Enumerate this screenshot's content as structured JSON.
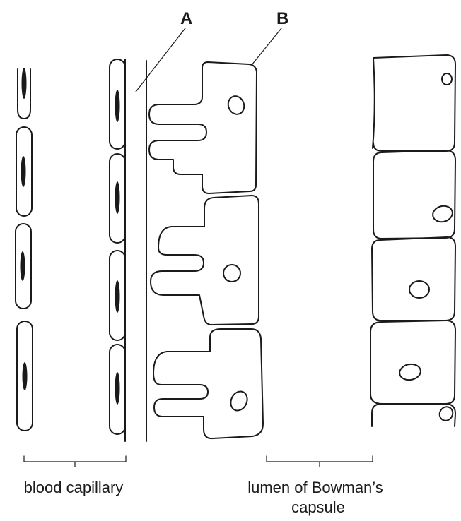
{
  "labels": {
    "a": "A",
    "b": "B",
    "blood_capillary": "blood capillary",
    "bowman_line1": "lumen of Bowman’s",
    "bowman_line2": "capsule"
  },
  "colors": {
    "ink": "#1a1a1a",
    "background": "#ffffff"
  }
}
